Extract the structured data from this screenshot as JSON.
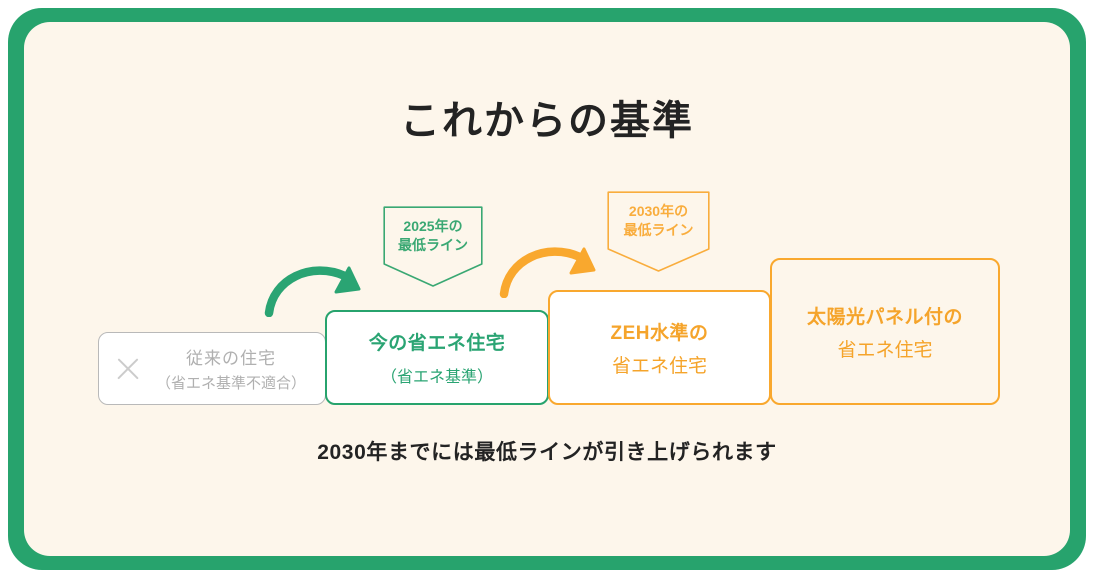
{
  "slide": {
    "title": "これからの基準",
    "caption": "2030年までには最低ラインが引き上げられます",
    "colors": {
      "frame_green": "#27a36d",
      "background_cream": "#fdf6eb",
      "accent_green": "#2aa473",
      "accent_orange": "#f5a42b",
      "muted_gray": "#b0b0b0",
      "text_dark": "#232323"
    }
  },
  "steps": [
    {
      "id": "legacy",
      "icon": "x-mark-icon",
      "line1": "従来の住宅",
      "line2": "（省エネ基準不適合）",
      "color": "#b0b0b0"
    },
    {
      "id": "current",
      "line1": "今の省エネ住宅",
      "line2": "（省エネ基準）",
      "color": "#2aa473"
    },
    {
      "id": "zeh",
      "line1": "ZEH水準の",
      "line2": "省エネ住宅",
      "color": "#f5a42b"
    },
    {
      "id": "solar",
      "line1": "太陽光パネル付の",
      "line2": "省エネ住宅",
      "color": "#f5a42b"
    }
  ],
  "ribbons": [
    {
      "id": "2025",
      "line1": "2025年の",
      "line2": "最低ライン",
      "color": "#3aa873"
    },
    {
      "id": "2030",
      "line1": "2030年の",
      "line2": "最低ライン",
      "color": "#f9ad3d"
    }
  ],
  "arrows": [
    {
      "id": "green-curved-arrow",
      "color": "#2aa473"
    },
    {
      "id": "orange-curved-arrow",
      "color": "#f9a82e"
    }
  ]
}
